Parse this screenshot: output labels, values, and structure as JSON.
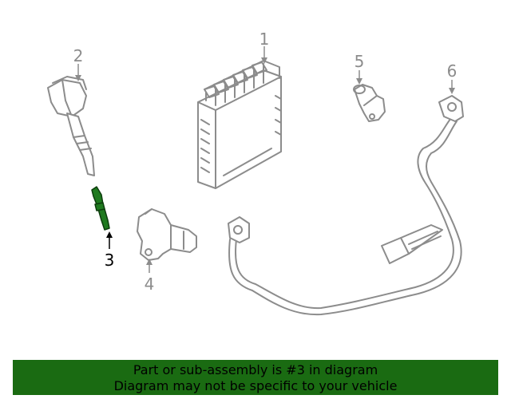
{
  "callouts": [
    {
      "id": "1",
      "label": "1"
    },
    {
      "id": "2",
      "label": "2"
    },
    {
      "id": "3",
      "label": "3",
      "highlighted": true
    },
    {
      "id": "4",
      "label": "4"
    },
    {
      "id": "5",
      "label": "5"
    },
    {
      "id": "6",
      "label": "6"
    }
  ],
  "colors": {
    "banner_background": "#1a6b12",
    "highlight_part": "#1f7a1f",
    "line_art": "#8c8c8c"
  },
  "banner": {
    "line1": "Part or sub-assembly is #3 in diagram",
    "line2": "Diagram may not be specific to your vehicle"
  }
}
